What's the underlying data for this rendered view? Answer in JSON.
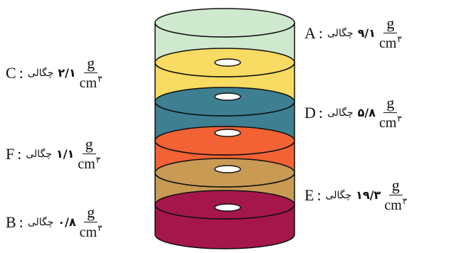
{
  "layers": [
    {
      "id": "A",
      "color": "#cfe9cf"
    },
    {
      "id": "C",
      "color": "#f7db62"
    },
    {
      "id": "D",
      "color": "#3e7f91"
    },
    {
      "id": "F",
      "color": "#f26234"
    },
    {
      "id": "E",
      "color": "#c89a54"
    },
    {
      "id": "B",
      "color": "#a5164b"
    }
  ],
  "labels": [
    {
      "letter": "A",
      "colon": ":",
      "word": "چگالی",
      "value": "۹/۱",
      "unit_num": "g",
      "unit_den": "cm",
      "unit_exp": "۳"
    },
    {
      "letter": "C",
      "colon": ":",
      "word": "چگالی",
      "value": "۲/۱",
      "unit_num": "g",
      "unit_den": "cm",
      "unit_exp": "۳"
    },
    {
      "letter": "D",
      "colon": ":",
      "word": "چگالی",
      "value": "۵/۸",
      "unit_num": "g",
      "unit_den": "cm",
      "unit_exp": "۳"
    },
    {
      "letter": "F",
      "colon": ":",
      "word": "چگالی",
      "value": "۱/۱",
      "unit_num": "g",
      "unit_den": "cm",
      "unit_exp": "۳"
    },
    {
      "letter": "E",
      "colon": ":",
      "word": "چگالی",
      "value": "۱۹/۳",
      "unit_num": "g",
      "unit_den": "cm",
      "unit_exp": "۳"
    },
    {
      "letter": "B",
      "colon": ":",
      "word": "چگالی",
      "value": "۰/۸",
      "unit_num": "g",
      "unit_den": "cm",
      "unit_exp": "۳"
    }
  ]
}
